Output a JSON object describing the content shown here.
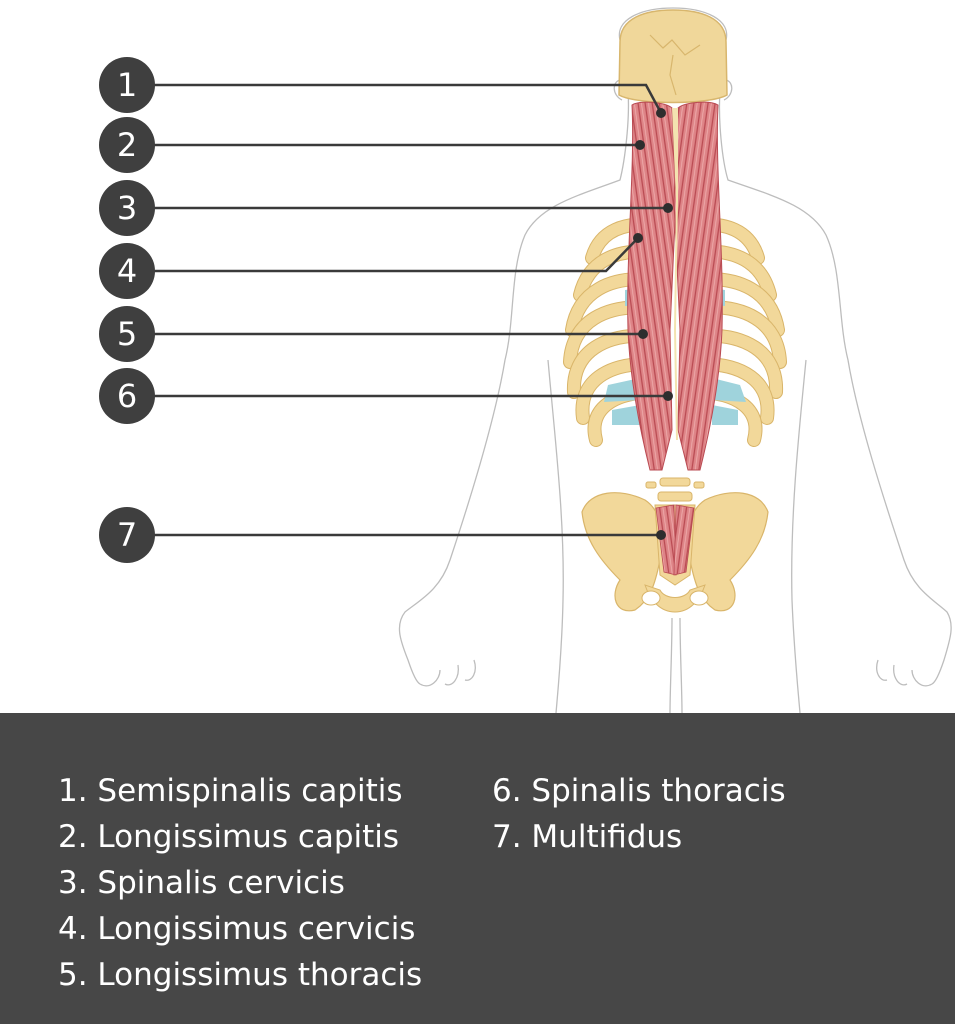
{
  "markers": [
    {
      "number": "1",
      "label": "Semispinalis capitis"
    },
    {
      "number": "2",
      "label": "Longissimus capitis"
    },
    {
      "number": "3",
      "label": "Spinalis cervicis"
    },
    {
      "number": "4",
      "label": "Longissimus cervicis"
    },
    {
      "number": "5",
      "label": "Longissimus thoracis"
    },
    {
      "number": "6",
      "label": "Spinalis thoracis"
    },
    {
      "number": "7",
      "label": "Multifidus"
    }
  ],
  "legend": {
    "column1": [
      "1. Semispinalis capitis",
      "2. Longissimus capitis",
      "3. Spinalis cervicis",
      "4. Longissimus cervicis",
      "5. Longissimus thoracis"
    ],
    "column2": [
      "6. Spinalis thoracis",
      "7. Multifidus"
    ]
  },
  "colors": {
    "marker_fill": "#3f3f3f",
    "leader_line": "#3a3a3a",
    "legend_panel": "#474747",
    "bone": "#f2d89a",
    "bone_edge": "#d9b56a",
    "muscle": "#d9787c",
    "muscle_dark": "#b8474d",
    "cartilage": "#9fd3dc",
    "body_outline": "#b8b8b8"
  }
}
